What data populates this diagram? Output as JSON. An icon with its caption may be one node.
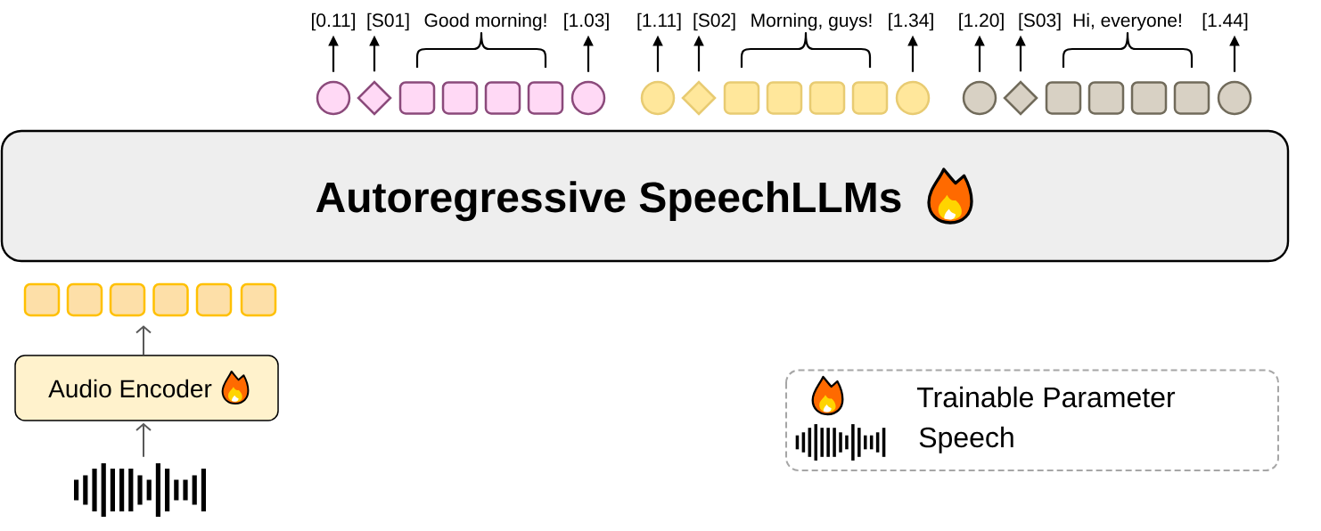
{
  "diagram": {
    "nodes": [
      {
        "text": [
          "[0.11]"
        ]
      },
      {
        "text": [
          "[S01]"
        ]
      },
      {
        "text": [
          "[1.03]"
        ]
      },
      {
        "text": [
          "[1.11]"
        ]
      },
      {
        "text": [
          "[S02]"
        ]
      },
      {
        "text": [
          "[1.34]"
        ]
      },
      {
        "text": [
          "[1.20]"
        ]
      },
      {
        "text": [
          "[S03]"
        ]
      },
      {
        "text": [
          "[1.44]"
        ]
      },
      {
        "text": [],
        "shape": "circle"
      },
      {
        "text": [],
        "shape": "diamond"
      },
      {
        "text": [],
        "shape": "box"
      },
      {
        "text": [],
        "shape": "box"
      },
      {
        "text": [],
        "shape": "box"
      },
      {
        "text": [],
        "shape": "box"
      },
      {
        "text": [],
        "shape": "circle"
      },
      {
        "text": [],
        "shape": "circle"
      },
      {
        "text": [],
        "shape": "diamond"
      },
      {
        "text": [],
        "shape": "box"
      },
      {
        "text": [],
        "shape": "box"
      },
      {
        "text": [],
        "shape": "box"
      },
      {
        "text": [],
        "shape": "box"
      },
      {
        "text": [],
        "shape": "circle"
      },
      {
        "text": [],
        "shape": "circle"
      },
      {
        "text": [],
        "shape": "diamond"
      },
      {
        "text": [],
        "shape": "box"
      },
      {
        "text": [],
        "shape": "box"
      },
      {
        "text": [],
        "shape": "box"
      },
      {
        "text": [],
        "shape": "box"
      },
      {
        "text": [],
        "shape": "circle"
      },
      {
        "text": [
          "Autoregressive SpeechLLMs"
        ]
      },
      {
        "text": [],
        "shape": "box"
      },
      {
        "text": [],
        "shape": "box"
      },
      {
        "text": [],
        "shape": "box"
      },
      {
        "text": [],
        "shape": "box"
      },
      {
        "text": [],
        "shape": "box"
      },
      {
        "text": [],
        "shape": "box"
      },
      {
        "text": [
          "Audio Encoder"
        ]
      },
      {
        "text": [],
        "shape": "picture"
      }
    ],
    "edges": [
      {
        "from": 9,
        "to": 0,
        "arrow": "to"
      },
      {
        "from": 10,
        "to": 1,
        "arrow": "to"
      },
      {
        "from": 15,
        "to": 2,
        "arrow": "to"
      },
      {
        "from": 16,
        "to": 3,
        "arrow": "to"
      },
      {
        "from": 17,
        "to": 4,
        "arrow": "to"
      },
      {
        "from": 22,
        "to": 5,
        "arrow": "to"
      },
      {
        "from": 23,
        "to": 6,
        "arrow": "to"
      },
      {
        "from": 24,
        "to": 7,
        "arrow": "to"
      },
      {
        "from": 29,
        "to": 8,
        "arrow": "to"
      },
      {
        "from": 38,
        "to": 37,
        "arrow": "to",
        "color": "#595959"
      },
      {
        "from": 37,
        "to": 33,
        "arrow": "to",
        "color": "#595959"
      }
    ],
    "labels": [
      "Good morning!",
      "Morning, guys!",
      "Hi, everyone!"
    ],
    "legend": [
      {
        "text": "Trainable Parameter"
      },
      {
        "text": "Speech"
      }
    ]
  }
}
